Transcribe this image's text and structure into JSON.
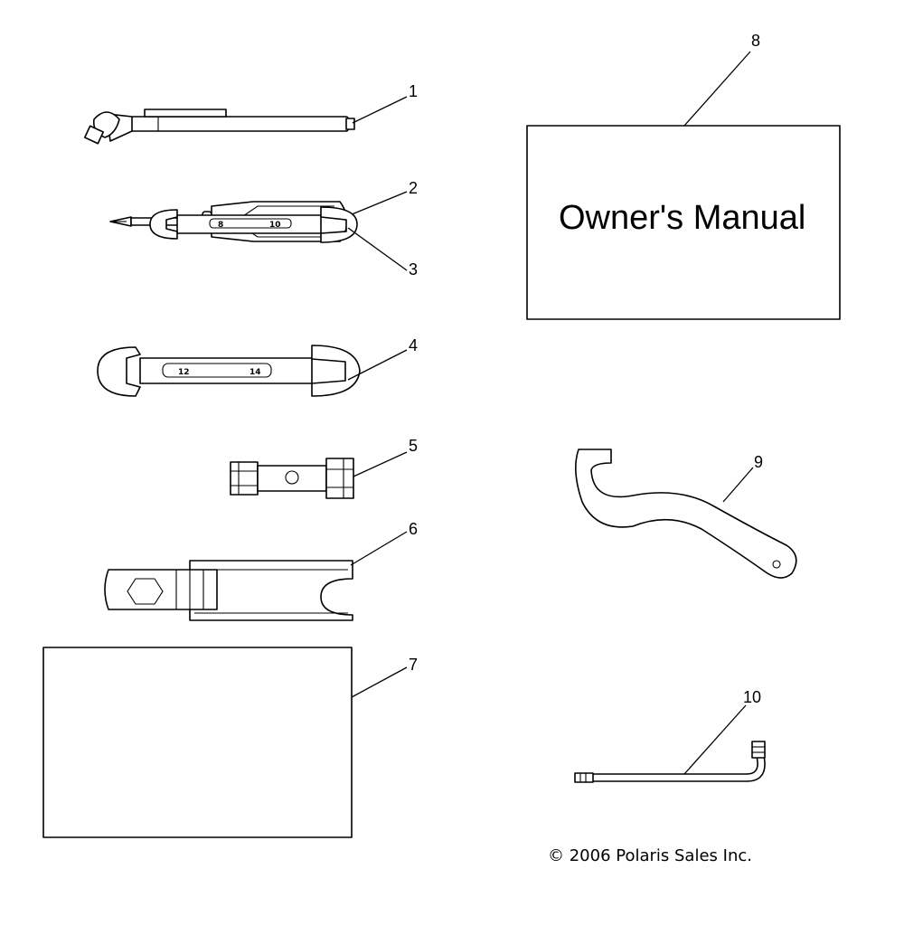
{
  "parts": [
    {
      "callout": "1",
      "icon": "tire-pressure-gauge-icon"
    },
    {
      "callout": "2",
      "icon": "screwdriver-icon"
    },
    {
      "callout": "3",
      "icon": "open-end-wrench-small-icon",
      "stamps": [
        "8",
        "10"
      ]
    },
    {
      "callout": "4",
      "icon": "open-end-wrench-large-icon",
      "stamps": [
        "12",
        "14"
      ]
    },
    {
      "callout": "5",
      "icon": "spark-plug-socket-icon"
    },
    {
      "callout": "6",
      "icon": "spark-plug-wrench-handle-icon"
    },
    {
      "callout": "7",
      "icon": "tool-pouch-icon"
    },
    {
      "callout": "8",
      "icon": "owners-manual-icon",
      "label": "Owner's Manual"
    },
    {
      "callout": "9",
      "icon": "spanner-wrench-icon"
    },
    {
      "callout": "10",
      "icon": "torx-key-icon"
    }
  ],
  "copyright": "© 2006 Polaris Sales Inc."
}
